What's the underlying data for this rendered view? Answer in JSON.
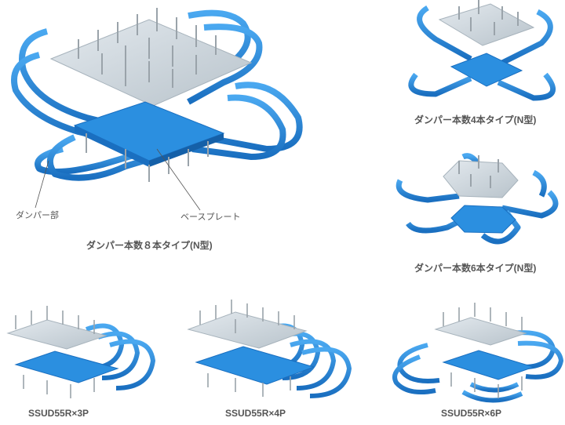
{
  "callouts": {
    "damper_part": "ダンパー部",
    "base_plate": "ベースプレート"
  },
  "captions": {
    "main": "ダンパー本数８本タイプ(N型)",
    "n4": "ダンパー本数4本タイプ(N型)",
    "n6": "ダンパー本数6本タイプ(N型)",
    "p3": "SSUD55R×3P",
    "p4": "SSUD55R×4P",
    "p6": "SSUD55R×6P"
  },
  "colors": {
    "damper_blue": "#2b8fe0",
    "damper_dark": "#1a6fc0",
    "plate_gray": "#c9d3da",
    "bolt_gray": "#9aa3aa",
    "text_gray": "#555555"
  }
}
